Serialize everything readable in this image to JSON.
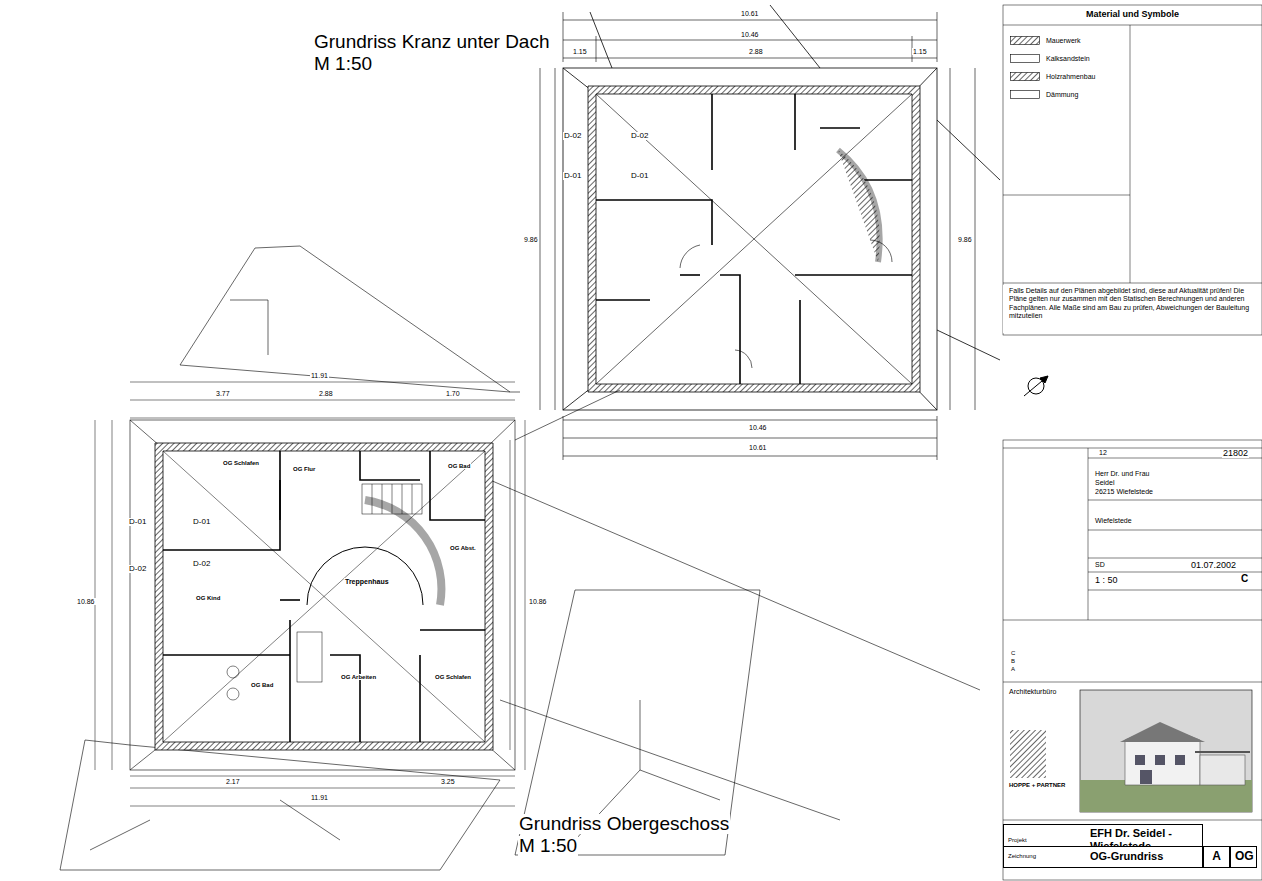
{
  "diagram": {
    "nodes": [
      {
        "text": [
          "Material und Symbole"
        ]
      },
      {
        "text": [
          "Falls Details auf den Plänen abgebildet sind, diese auf Aktualität prüfen! Die Pläne gelten nur zusammen mit den Statischen Berechnungen und anderen Fachplänen. Alle Maße sind am Bau zu prüfen, Abweichungen der Bauleitung mitzuteilen"
        ],
        "in": 0
      },
      {
        "text": [
          "Projekt",
          "EFH Dr. Seidel - Wiefelstede"
        ]
      },
      {
        "text": [
          "Zeichnung",
          "OG-Grundriss"
        ]
      },
      {
        "text": [
          "A"
        ]
      },
      {
        "text": [
          "OG"
        ]
      }
    ],
    "labels": [
      "Grundriss Kranz unter Dach",
      "M 1:50",
      "Grundriss Obergeschoss",
      "M 1:50",
      "10.61",
      "10.46",
      "1.15",
      "2.88",
      "1.15",
      "10.46",
      "10.61",
      "9.86",
      "9.86",
      "11.91",
      "3.77",
      "2.88",
      "1.70",
      "11.91",
      "3.25",
      "2.17",
      "10.86",
      "10.86",
      "D-01",
      "D-02",
      "D-01",
      "D-02",
      "OG Schlafen",
      "OG Flur",
      "OG Bad",
      "OG Abst.",
      "OG Kind",
      "OG Bad",
      "OG Arbeiten",
      "OG Schlafen",
      "Treppenhaus",
      "D-02",
      "D-01",
      "D-02",
      "D-01",
      "Herr Dr. und Frau",
      "Seidel",
      "26215 Wiefelstede",
      "Wiefelstede",
      "21802",
      "12",
      "SD",
      "01.07.2002",
      "1 : 50",
      "C",
      "Architekturbüro",
      "HOPPE + PARTNER",
      "C",
      "B",
      "A"
    ],
    "legend": [
      {
        "text": "Mauerwerk"
      },
      {
        "text": "Kalksandstein"
      },
      {
        "text": "Holzrahmenbau"
      },
      {
        "text": "Dämmung"
      }
    ]
  }
}
